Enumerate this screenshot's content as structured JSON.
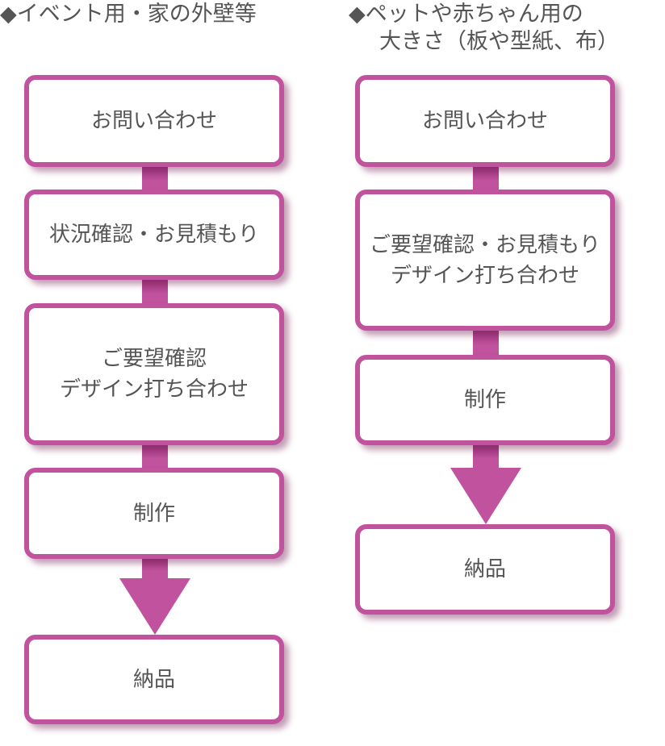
{
  "accent_color": "#c0529e",
  "left": {
    "title": "◆イベント用・家の外壁等",
    "steps": [
      {
        "lines": [
          "お問い合わせ"
        ]
      },
      {
        "lines": [
          "状況確認・お見積もり"
        ]
      },
      {
        "lines": [
          "ご要望確認",
          "デザイン打ち合わせ"
        ]
      },
      {
        "lines": [
          "制作"
        ]
      },
      {
        "lines": [
          "納品"
        ]
      }
    ]
  },
  "right": {
    "title_line1": "◆ペットや赤ちゃん用の",
    "title_line2": "大きさ（板や型紙、布）",
    "steps": [
      {
        "lines": [
          "お問い合わせ"
        ]
      },
      {
        "lines": [
          "ご要望確認・お見積もり",
          "デザイン打ち合わせ"
        ]
      },
      {
        "lines": [
          "制作"
        ]
      },
      {
        "lines": [
          "納品"
        ]
      }
    ]
  }
}
